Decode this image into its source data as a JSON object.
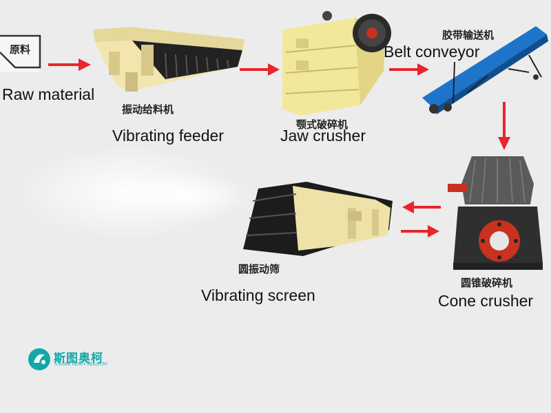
{
  "nodes": {
    "raw": {
      "zh": "原料",
      "en": "Raw material"
    },
    "feeder": {
      "zh": "振动给料机",
      "en": "Vibrating feeder"
    },
    "jaw": {
      "zh": "颚式破碎机",
      "en": "Jaw crusher"
    },
    "belt": {
      "zh": "胶带输送机",
      "en": "Belt conveyor"
    },
    "cone": {
      "zh": "圆锥破碎机",
      "en": "Cone crusher"
    },
    "screen": {
      "zh": "圆振动筛",
      "en": "Vibrating screen"
    }
  },
  "brand": {
    "name": "斯图奥柯",
    "subtitle": "STAURK HEAVY INDUSTRY"
  },
  "colors": {
    "arrow": "#e8262b",
    "feeder_body": "#f0e4a6",
    "jaw_body": "#f2e89a",
    "conveyor": "#1e74c9",
    "cone_body": "#3b3b3b",
    "screen_body": "#efe2a8",
    "brand": "#14a7a9"
  }
}
